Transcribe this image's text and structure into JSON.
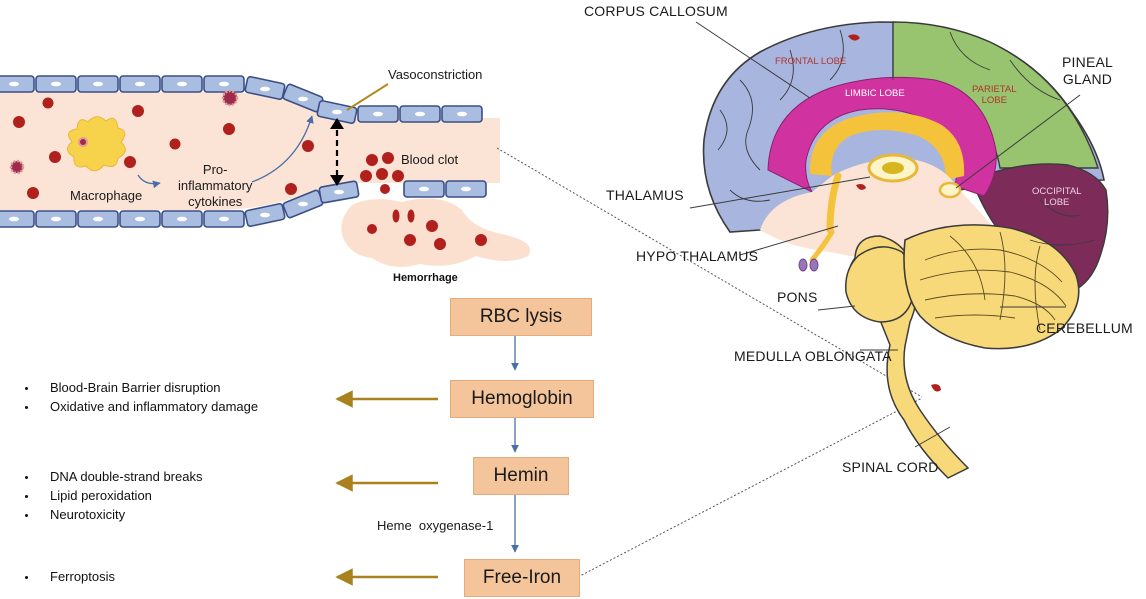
{
  "vessel": {
    "vasoconstriction": "Vasoconstriction",
    "macrophage": "Macrophage",
    "cytokines": [
      "Pro-",
      "inflammatory",
      "cytokines"
    ],
    "blood_clot": "Blood clot",
    "hemorrhage": "Hemorrhage"
  },
  "pathway": {
    "rbc_lysis": "RBC lysis",
    "hemoglobin": "Hemoglobin",
    "hemin": "Hemin",
    "enzyme": "Heme  oxygenase-1",
    "free_iron": "Free-Iron"
  },
  "effects": {
    "hemoglobin": [
      "Blood-Brain Barrier disruption",
      "Oxidative and inflammatory damage"
    ],
    "hemin": [
      "DNA double-strand breaks",
      "Lipid peroxidation",
      "Neurotoxicity"
    ],
    "free_iron": [
      "Ferroptosis"
    ]
  },
  "brain": {
    "corpus_callosum": "CORPUS CALLOSUM",
    "pineal_gland": [
      "PINEAL",
      "GLAND"
    ],
    "thalamus": "THALAMUS",
    "hypothalamus": "HYPO THALAMUS",
    "pons": "PONS",
    "cerebellum": "CEREBELLUM",
    "medulla": "MEDULLA OBLONGATA",
    "spinal_cord": "SPINAL CORD",
    "frontal_lobe": "FRONTAL LOBE",
    "limbic_lobe": "LIMBIC LOBE",
    "parietal_lobe": [
      "PARIETAL",
      "LOBE"
    ],
    "occipital_lobe": [
      "OCCIPITAL",
      "LOBE"
    ]
  },
  "colors": {
    "box_fill": "#f4c49b",
    "arrow_gold": "#a9821f",
    "arrow_blue": "#4a6fa8",
    "vessel_cell": "#a9bde0",
    "blood_cell": "#b0201c",
    "frontal": "#a8b5df",
    "limbic": "#d0339f",
    "parietal": "#98c470",
    "occipital": "#7d2c5a",
    "cerebellum": "#f8d97a"
  }
}
